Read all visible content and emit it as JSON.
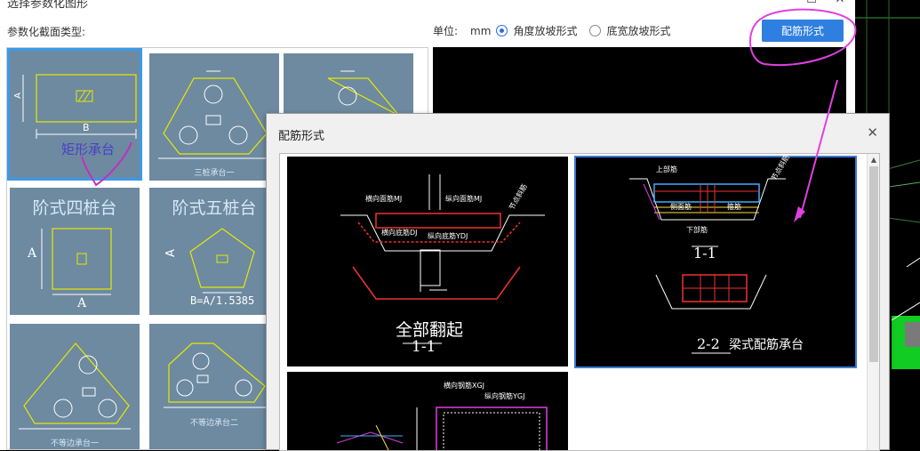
{
  "window": {
    "title": "选择参数化图形",
    "minimize": "☐",
    "close": "✕"
  },
  "type_label": "参数化截面类型:",
  "unit": {
    "label": "单位:",
    "value": "mm",
    "option_angle": "角度放坡形式",
    "option_width": "底宽放坡形式",
    "selected": "angle"
  },
  "rebar_button": "配筋形式",
  "thumbnails": [
    {
      "title": "矩形承台",
      "dim_a": "A",
      "dim_b": "B",
      "selected": true
    },
    {
      "title": "三桩承台一",
      "selected": false
    },
    {
      "title": "",
      "selected": false
    },
    {
      "title": "阶式四桩台",
      "dim_a": "A",
      "dim_b": "A",
      "selected": false
    },
    {
      "title": "阶式五桩台",
      "dim_a": "A",
      "caption": "B=A/1.5385",
      "selected": false
    },
    {
      "title": "不等边承台一",
      "selected": false
    },
    {
      "title": "不等边承台二",
      "selected": false
    }
  ],
  "sub_dialog": {
    "title": "配筋形式",
    "close": "✕",
    "options": [
      {
        "caption": "全部翻起",
        "section": "1-1",
        "labels": {
          "top_rebar": "横向面筋MJ",
          "long_rebar": "纵向面筋MJ",
          "bottom_rebar": "横向底筋DJ",
          "long_bottom": "纵向底筋YDJ",
          "slope": "节点斜筋"
        },
        "selected": false
      },
      {
        "caption": "梁式配筋承台",
        "section_a": "1-1",
        "section_b": "2-2",
        "labels": {
          "top": "上部筋",
          "side": "侧面筋",
          "stirrup": "箍筋",
          "bottom": "下部筋",
          "pile": "节点斜筋"
        },
        "selected": true
      },
      {
        "labels": {
          "transverse": "横向钢筋XGJ",
          "longitudinal": "纵向钢筋YGJ"
        },
        "selected": false
      }
    ]
  },
  "colors": {
    "accent": "#2f7fe0",
    "thumb_bg": "#6d8aa0",
    "annotation": "#e040e0"
  }
}
